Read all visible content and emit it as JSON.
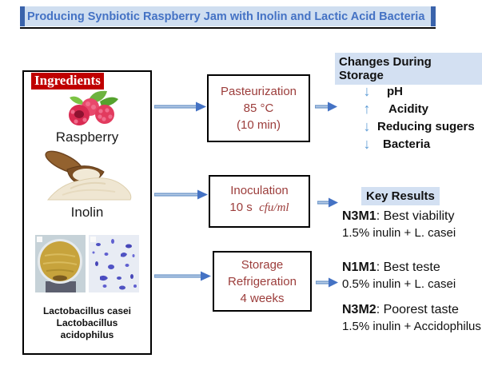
{
  "title": {
    "text": "Producing Synbiotic Raspberry Jam with Inolin and Lactic Acid Bacteria"
  },
  "ingredients": {
    "header": "Ingredients",
    "raspberry_label": "Raspberry",
    "inulin_label": "Inolin",
    "bacteria_label": "Lactobacillus casei\nLactobacillus\nacidophilus",
    "icons": [
      "raspberry-illustration",
      "inulin-scoop-illustration",
      "petri-dish-photo",
      "bacteria-microscopy-photo"
    ]
  },
  "process": {
    "steps": [
      {
        "line1": "Pasteurization",
        "line2": "85 °C",
        "line3": "(10 min)"
      },
      {
        "line1": "Inoculation",
        "line2_prefix": "10 s",
        "line2_math": "cfu/ml"
      },
      {
        "line1": "Storage",
        "line2": "Refrigeration",
        "line3": "4 weeks"
      }
    ]
  },
  "changes": {
    "header": "Changes During Storage",
    "items": [
      {
        "glyph": "↓",
        "direction": "down",
        "label": "pH"
      },
      {
        "glyph": "↑",
        "direction": "up",
        "label": "Acidity"
      },
      {
        "glyph": "↓",
        "direction": "down",
        "label": "Reducing sugers"
      },
      {
        "glyph": "↓",
        "direction": "down",
        "label": "Bacteria"
      }
    ]
  },
  "results": {
    "header": "Key Results",
    "items": [
      {
        "code": "N3M1",
        "finding": ": Best viability",
        "detail": "1.5% inulin + L. casei"
      },
      {
        "code": "N1M1",
        "finding": ": Best teste",
        "detail": "0.5% inulin + L. casei"
      },
      {
        "code": "N3M2",
        "finding": ": Poorest taste",
        "detail": "1.5% inulin + Accidophilus"
      }
    ]
  },
  "colors": {
    "title_blue": "#4472c4",
    "title_bg": "#cfdef0",
    "highlight_blue": "#d3e0f2",
    "arrow_blue": "#5b9bd5",
    "process_red": "#9c3d3b",
    "ingredients_label_bg": "#c00000"
  }
}
